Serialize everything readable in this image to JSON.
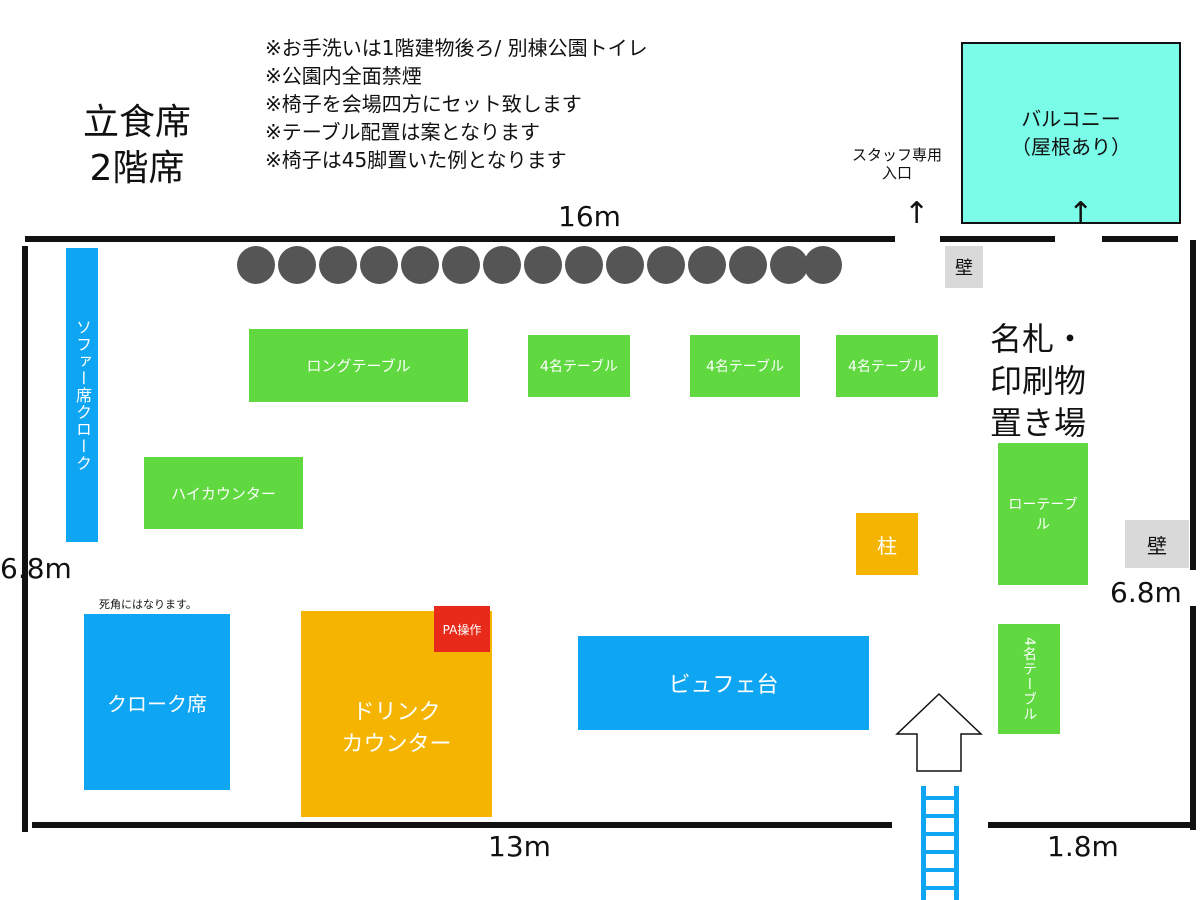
{
  "title_lines": [
    "立食席",
    "2階席"
  ],
  "notes": [
    "※お手洗いは1階建物後ろ/ 別棟公園トイレ",
    "※公園内全面禁煙",
    "※椅子を会場四方にセット致します",
    "※テーブル配置は案となります",
    "※椅子は45脚置いた例となります"
  ],
  "measures": {
    "top": "16m",
    "left": "6.8m",
    "right": "6.8m",
    "bottom": "13m",
    "bottom_right": "1.8m"
  },
  "labels": {
    "staff_entrance": [
      "スタッフ専用",
      "入口"
    ],
    "balcony": [
      "バルコニー",
      "（屋根あり）"
    ],
    "wall": "壁",
    "nametag_area": [
      "名札・",
      "印刷物",
      "置き場"
    ],
    "sofa_cloak": "ソファー席クローク",
    "long_table": "ロングテーブル",
    "four_table": "4名テーブル",
    "high_counter": "ハイカウンター",
    "low_table": "ローテーブル",
    "pillar": "柱",
    "blind_spot": "死角にはなります。",
    "cloak_seat": "クローク席",
    "drink_counter": [
      "ドリンク",
      "カウンター"
    ],
    "pa": "PA操作",
    "buffet": "ビュフェ台",
    "arrow_up": "↑"
  },
  "chairs_count": 15,
  "colors": {
    "green": "#5fd93f",
    "blue": "#0ea5f2",
    "orange": "#f5b400",
    "red": "#e82a1a",
    "teal": "#7afce8",
    "gray_chair": "#555555",
    "gray_wall": "#d9d9d9"
  }
}
